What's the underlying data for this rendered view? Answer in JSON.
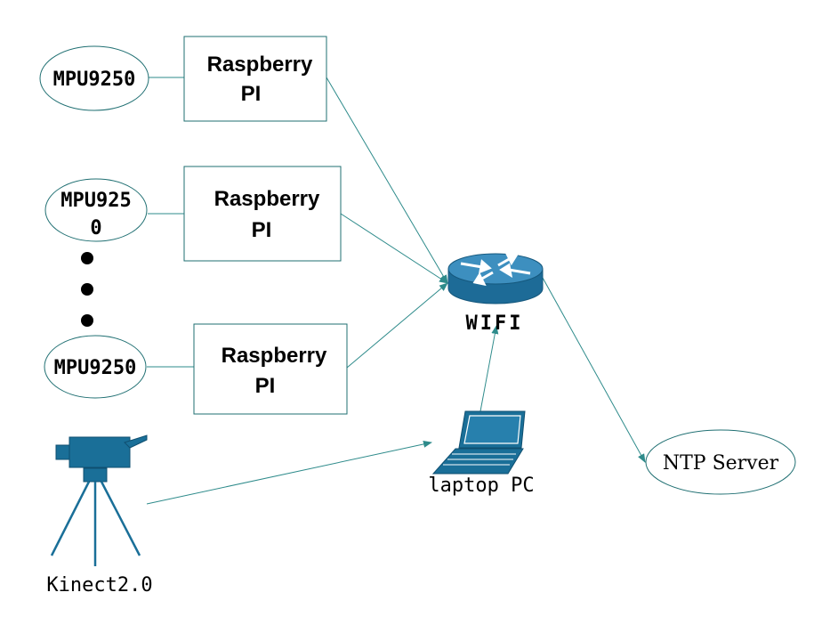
{
  "sensors": [
    {
      "label": "MPU9250"
    },
    {
      "label_line1": "MPU925",
      "label_line2": "0"
    },
    {
      "label": "MPU9250"
    }
  ],
  "raspberry_pis": [
    {
      "line1": "Raspberry",
      "line2": "PI"
    },
    {
      "line1": "Raspberry",
      "line2": "PI"
    },
    {
      "line1": "Raspberry",
      "line2": "PI"
    }
  ],
  "router": {
    "label": "WIFI"
  },
  "laptop": {
    "label": "laptop PC"
  },
  "camera": {
    "label": "Kinect2.0"
  },
  "ntp": {
    "label": "NTP Server"
  },
  "colors": {
    "line": "#2e8b8b",
    "shape_stroke": "#1f6f72",
    "router_fill": "#1d6b97",
    "router_top": "#3d8fbf",
    "device_fill": "#1a6f98"
  }
}
